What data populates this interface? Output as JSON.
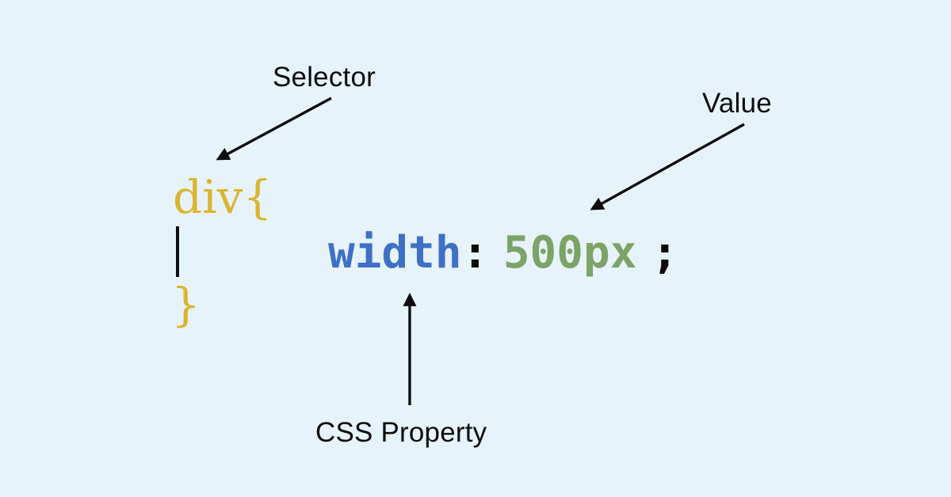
{
  "diagram": {
    "title_implied": "CSS rule syntax anatomy",
    "background_color": "#E7F3FB"
  },
  "labels": {
    "selector": "Selector",
    "value": "Value",
    "css_property": "CSS Property"
  },
  "code": {
    "selector_open": "div{",
    "property": "width",
    "colon": ":",
    "value": "500px",
    "semicolon": ";",
    "closing_brace": "}"
  },
  "colors": {
    "background": "#E7F3FB",
    "selector_gold": "#D9B631",
    "property_blue": "#3E71C5",
    "value_green": "#7BA466",
    "annotation_black": "#0D0D0D"
  },
  "arrows": [
    {
      "name": "selector-arrow",
      "from": "selector-label",
      "to": "div-selector-token"
    },
    {
      "name": "value-arrow",
      "from": "value-label",
      "to": "value-token"
    },
    {
      "name": "css-property-arrow",
      "from": "css-property-label",
      "to": "property-token"
    }
  ],
  "icons": {
    "text_cursor": "vertical-bar-cursor",
    "arrowhead": "solid-triangle"
  }
}
